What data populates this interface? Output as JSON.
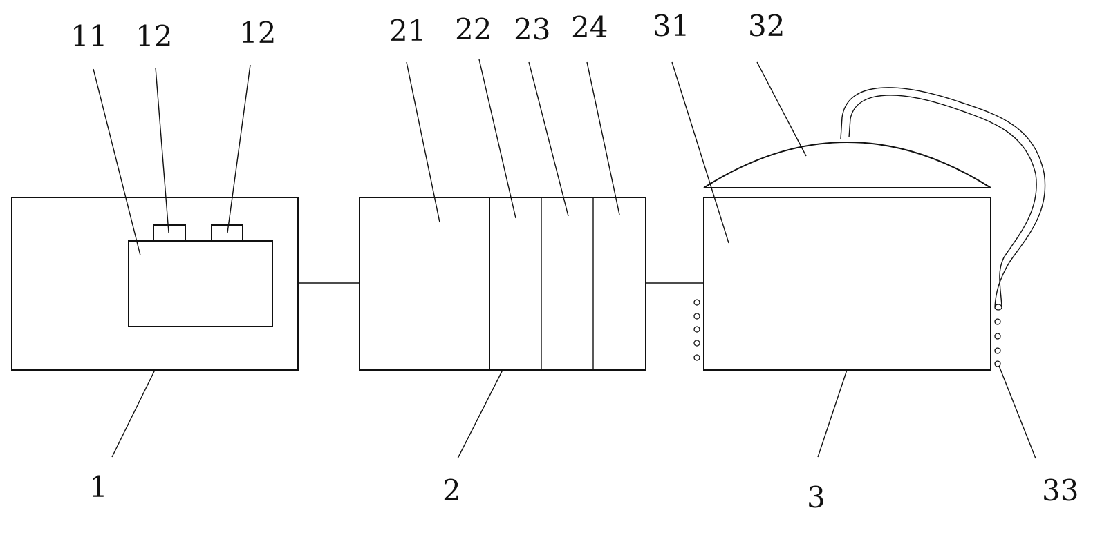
{
  "labels": {
    "l1": "1",
    "l2": "2",
    "l3": "3",
    "l11": "11",
    "l12a": "12",
    "l12b": "12",
    "l21": "21",
    "l22": "22",
    "l23": "23",
    "l24": "24",
    "l31": "31",
    "l32": "32",
    "l33": "33"
  },
  "colors": {
    "line": "#111111",
    "background": "#ffffff"
  }
}
